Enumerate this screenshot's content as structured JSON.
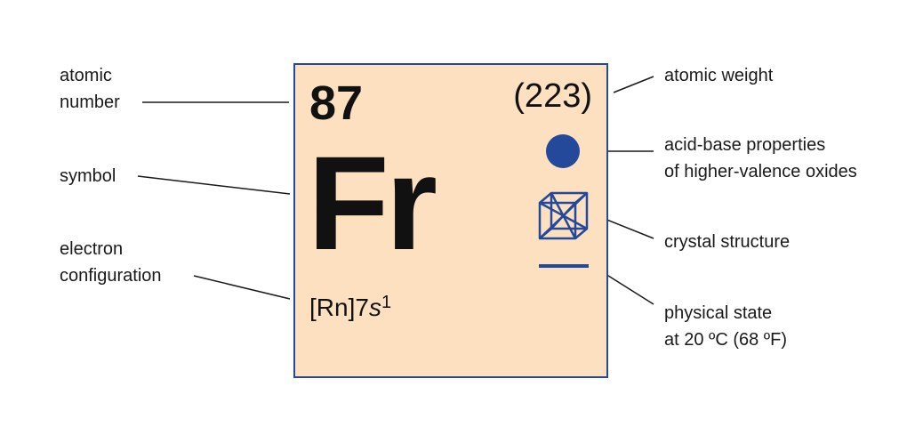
{
  "element": {
    "atomic_number": "87",
    "atomic_weight": "(223)",
    "symbol": "Fr",
    "config_core": "[Rn]7",
    "config_subshell": "s",
    "config_superscript": "1"
  },
  "labels": {
    "atomic_number_line1": "atomic",
    "atomic_number_line2": "number",
    "symbol": "symbol",
    "electron_config_line1": "electron",
    "electron_config_line2": "configuration",
    "atomic_weight": "atomic weight",
    "acid_base_line1": "acid-base properties",
    "acid_base_line2": "of higher-valence oxides",
    "crystal_structure": "crystal structure",
    "physical_state_line1": "physical state",
    "physical_state_line2": "at 20 ºC (68 ºF)"
  },
  "legend_icons": {
    "acid_base": "filled-circle-icon",
    "crystal_structure": "cubic-lattice-icon",
    "physical_state": "horizontal-bar-icon"
  },
  "colors": {
    "tile_background": "#fde0bf",
    "tile_border": "#24489a",
    "icon": "#24489a",
    "text": "#1a1a1a"
  }
}
